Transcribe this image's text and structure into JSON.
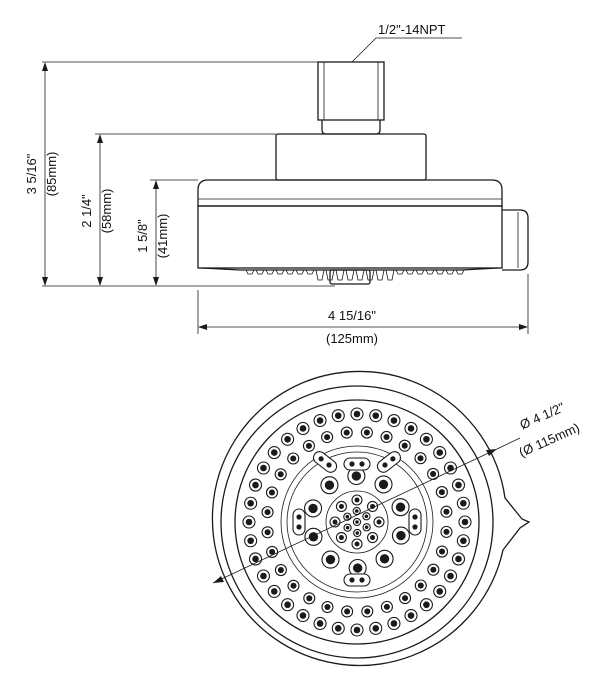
{
  "drawing": {
    "side_view": {
      "thread_label": "1/2\"-14NPT",
      "height_total": {
        "inch": "3 5/16\"",
        "mm": "(85mm)"
      },
      "height_mid": {
        "inch": "2 1/4\"",
        "mm": "(58mm)"
      },
      "height_face": {
        "inch": "1 5/8\"",
        "mm": "(41mm)"
      },
      "width": {
        "inch": "4 15/16\"",
        "mm": "(125mm)"
      }
    },
    "front_view": {
      "diameter": {
        "inch": "Ø 4 1/2\"",
        "mm": "(Ø 115mm)"
      }
    },
    "colors": {
      "line": "#1a1a1a",
      "background": "#ffffff"
    }
  }
}
